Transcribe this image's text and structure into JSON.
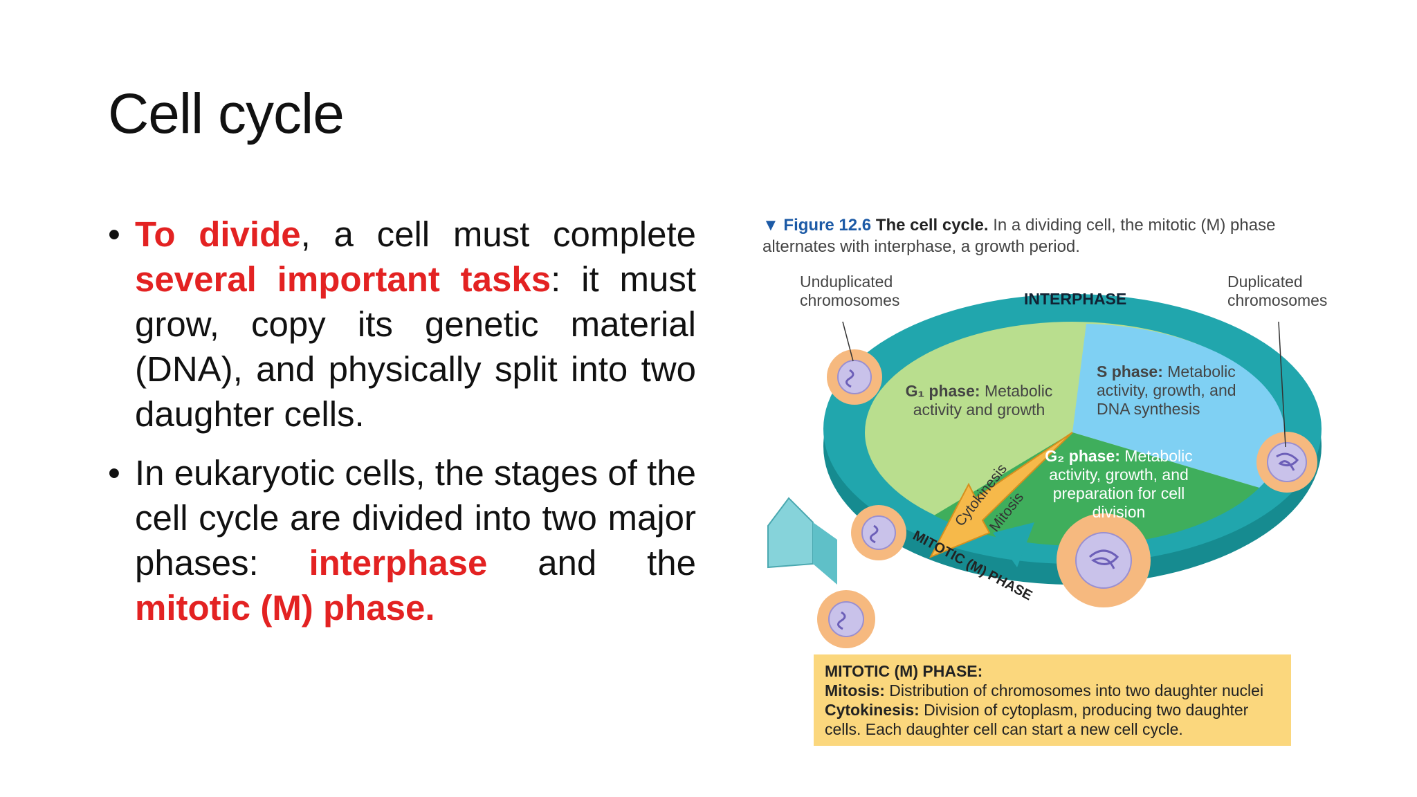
{
  "slide": {
    "title": "Cell cycle",
    "bullets": [
      {
        "parts": [
          {
            "text": "To divide",
            "highlight": true
          },
          {
            "text": ", a cell must complete ",
            "highlight": false
          },
          {
            "text": "several important tasks",
            "highlight": true
          },
          {
            "text": ": it must grow, copy its genetic material (DNA), and physically split into two daughter cells.",
            "highlight": false
          }
        ]
      },
      {
        "parts": [
          {
            "text": "In eukaryotic cells, the stages of the cell cycle are divided into two major phases: ",
            "highlight": false
          },
          {
            "text": "interphase",
            "highlight": true
          },
          {
            "text": " and the ",
            "highlight": false
          },
          {
            "text": "mitotic (M) phase",
            "highlight": true
          },
          {
            "text": ".",
            "highlight": false
          }
        ]
      }
    ],
    "bullet_symbol": "•"
  },
  "figure": {
    "caption_lead": "▼ Figure 12.6",
    "caption_title": "The cell cycle.",
    "caption_text": "In a dividing cell, the mitotic (M) phase alternates with interphase, a growth period.",
    "label_unduplicated": "Unduplicated chromosomes",
    "label_duplicated": "Duplicated chromosomes",
    "label_interphase": "INTERPHASE",
    "g1": {
      "name": "G₁ phase:",
      "desc": "Metabolic activity and growth"
    },
    "s": {
      "name": "S phase:",
      "desc": "Metabolic activity, growth, and DNA synthesis"
    },
    "g2": {
      "name": "G₂ phase:",
      "desc": "Metabolic activity, growth, and preparation for cell division"
    },
    "label_cytokinesis": "Cytokinesis",
    "label_mitosis": "Mitosis",
    "label_mitotic_phase": "MITOTIC (M) PHASE",
    "legend": {
      "heading": "MITOTIC (M) PHASE:",
      "mitosis_term": "Mitosis:",
      "mitosis_text": "Distribution of chromosomes into two daughter nuclei",
      "cytokinesis_term": "Cytokinesis:",
      "cytokinesis_text": "Division of cytoplasm, producing two daughter cells. Each daughter cell can start a new cell cycle."
    },
    "colors": {
      "ring": "#1fa3a8",
      "g1": "#b9de8e",
      "s": "#7fd0f3",
      "g2": "#3fae5c",
      "mphase": "#f6b94a",
      "cell": "#f6b97f",
      "nucleus": "#c9c2ea"
    }
  }
}
